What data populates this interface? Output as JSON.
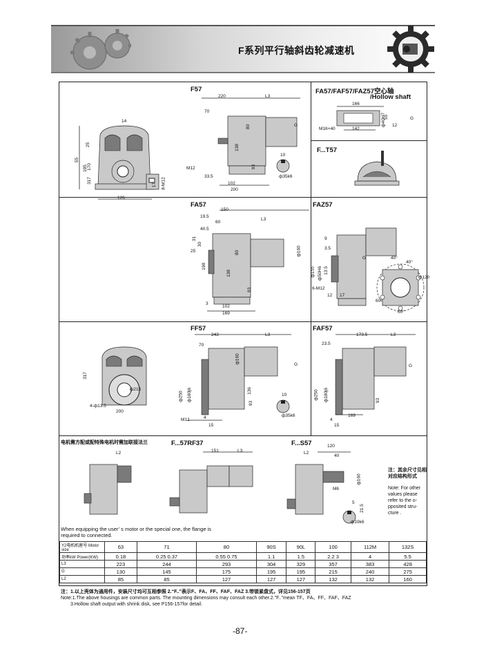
{
  "header": {
    "title": "F系列平行轴斜齿轮减速机"
  },
  "sections": {
    "f57": "F57",
    "fa57_hollow": "FA57/FAF57/FAZ57空心轴",
    "hollow_shaft": "/Hollow shaft",
    "ft57": "F...T57",
    "fa57": "FA57",
    "faz57": "FAZ57",
    "ff57": "FF57",
    "faf57": "FAF57",
    "frf37": "F...57RF37",
    "fs57": "F...S57",
    "motor_note_cn": "电机需方配或配特殊电机时需加联接法兰",
    "motor_note_en": "When equipping the user’ s motor or the special one, the flange is required to connected.",
    "other_note_cn": "注：其余尺寸见相对应结构形式",
    "other_note_en": "Note: For other values please refer to the o-pposited stru-cture ."
  },
  "dims": {
    "f57": [
      "220",
      "L3",
      "70",
      "14",
      "G",
      "80",
      "138",
      "25",
      "195",
      "170",
      "317",
      "55",
      "93",
      "M12",
      "33.5",
      "102",
      "126",
      "200",
      "10",
      "ф35k6",
      "17",
      "8-M12"
    ],
    "hollow": [
      "166",
      "ф40H7",
      "55",
      "M16×40",
      "142",
      "12",
      "G"
    ],
    "fa57": [
      "150",
      "19.5",
      "60",
      "L3",
      "40.5",
      "31",
      "30",
      "25",
      "198",
      "80",
      "138",
      "93",
      "ф160",
      "102",
      "169",
      "3"
    ],
    "faz57": [
      "9",
      "3.5",
      "ф155",
      "ф50H6",
      "13.5",
      "6-M12",
      "12",
      "17",
      "40°",
      "40°",
      "ф120",
      "60°",
      "60°",
      "G"
    ],
    "ff57": [
      "243",
      "L3",
      "70",
      "ф160",
      "G",
      "ф250",
      "ф180j6",
      "136",
      "93",
      "M12",
      "4",
      "15",
      "ф35k6",
      "10",
      "317",
      "4-ф13.5",
      "200",
      "ф215"
    ],
    "faf57": [
      "173.5",
      "L3",
      "23.5",
      "ф250",
      "ф180j6",
      "169",
      "93",
      "4",
      "15",
      "G"
    ],
    "frf37": [
      "151",
      "L3",
      "L2"
    ],
    "fs57": [
      "120",
      "40",
      "ф160",
      "M6",
      "21.5",
      "5",
      "ф19k6",
      "L2"
    ]
  },
  "table": {
    "rows": [
      {
        "label": "Y2电机机座号 Motor size",
        "cells": [
          "63",
          "71",
          "80",
          "90S",
          "90L",
          "100",
          "112M",
          "132S"
        ]
      },
      {
        "label": "功率kW Power(KW)",
        "cells": [
          "0.18",
          "0.25  0.37",
          "0.55  0.75",
          "1.1",
          "1.5",
          "2.2    3",
          "4",
          "5.5"
        ]
      },
      {
        "label": "L3",
        "cells": [
          "223",
          "244",
          "293",
          "304",
          "329",
          "357",
          "383",
          "428"
        ]
      },
      {
        "label": "G",
        "cells": [
          "130",
          "145",
          "175",
          "195",
          "195",
          "215",
          "240",
          "275"
        ]
      },
      {
        "label": "L2",
        "cells": [
          "85",
          "85",
          "127",
          "127",
          "127",
          "132",
          "132",
          "160"
        ]
      }
    ]
  },
  "footnote": {
    "cn": "注：1.以上壳体为通用件，安装尺寸均可互相参照 2.“F..”表示F、FA、FF、FAF、FAZ 3.带锁紧盘式，详见156-157页",
    "en1": "Note:1.The above housings are common parts. The mounting dimensions may consult each other.2.\"F..\"mean TF、FA、FF、FAF、FAZ",
    "en2": "3.Hollow shaft output with shrink disk, see P156-157for detail."
  },
  "page": {
    "number": "-87-"
  }
}
